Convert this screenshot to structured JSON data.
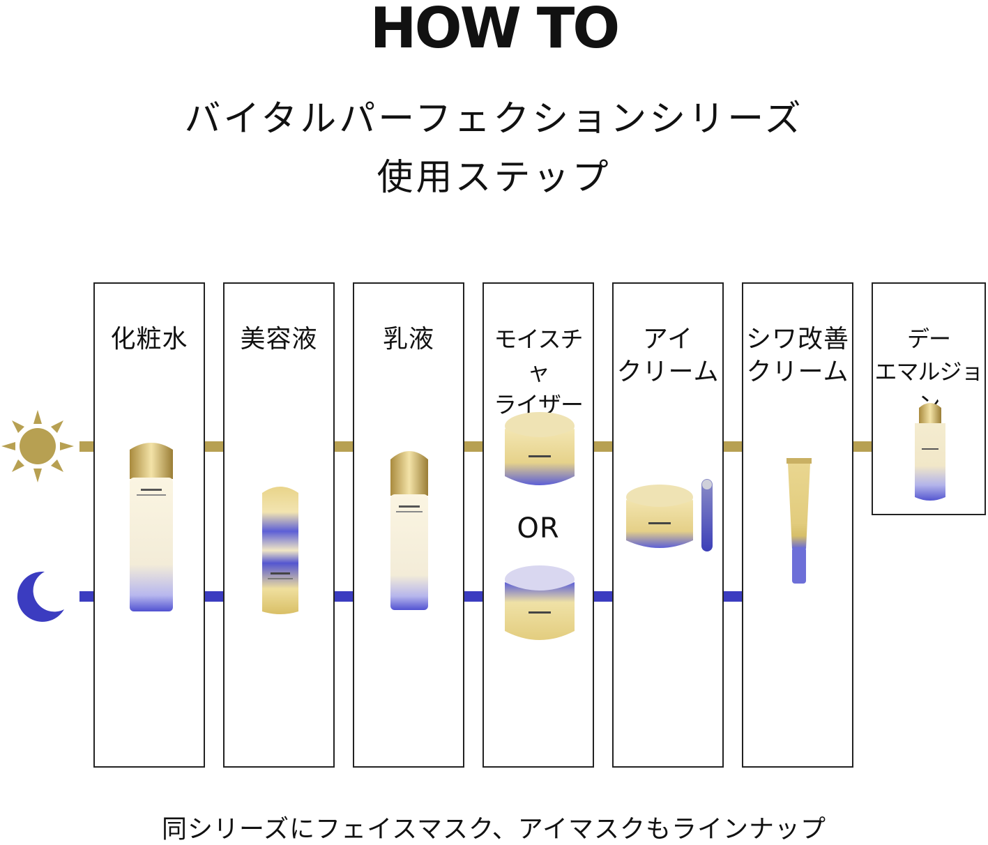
{
  "header": {
    "title": "HOW TO",
    "subtitle_line1": "バイタルパーフェクションシリーズ",
    "subtitle_line2": "使用ステップ"
  },
  "timeline": {
    "day_icon": "sun-icon",
    "night_icon": "moon-icon",
    "day_color": "#b7a052",
    "night_color": "#3b3cc0"
  },
  "steps": [
    {
      "label": "化粧水",
      "product": "lotion-bottle"
    },
    {
      "label": "美容液",
      "product": "serum-bottle"
    },
    {
      "label": "乳液",
      "product": "emulsion-bottle"
    },
    {
      "label": "モイスチャ\nライザー",
      "product": "cream-jars",
      "separator": "OR"
    },
    {
      "label": "アイ\nクリーム",
      "product": "eye-cream-jar"
    },
    {
      "label": "シワ改善\nクリーム",
      "product": "wrinkle-cream-tube"
    },
    {
      "label": "デー\nエマルジョン",
      "product": "day-emulsion-bottle"
    }
  ],
  "footer": {
    "note": "同シリーズにフェイスマスク、アイマスクもラインナップ"
  }
}
